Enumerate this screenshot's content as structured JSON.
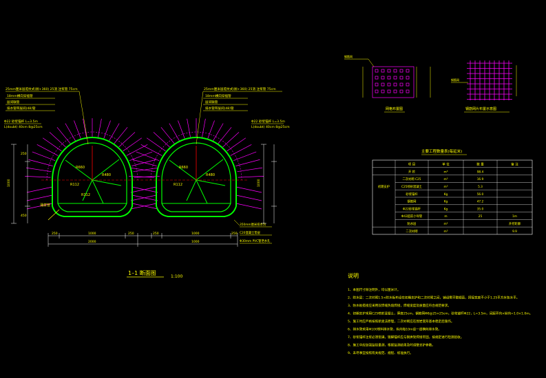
{
  "title": {
    "main": "1–1 断面图",
    "scale": "1:100"
  },
  "tunnel_left": {
    "callouts": [
      "25mm厘米层驼纹式(厠+360)  25消 注浆管 75cm",
      "18mm横向穿插管",
      "层间联管",
      "排水管带层间(48)管"
    ],
    "side_left": "Φ22 砂浆锚杆 L=3.5m",
    "side_left2": "L(doubt) 40cm 8@25cm",
    "labels": [
      "R660",
      "R480",
      "R112",
      "R112",
      "涌浆管"
    ]
  },
  "tunnel_right": {
    "callouts": [
      "25mm厘米层驼纹式(厠+360)  25消 注浆管 75cm",
      "18mm横向穿插管",
      "层间联管",
      "排水管带层间(48)管"
    ],
    "side_right": "Φ22 砂浆锚杆 L=3.5m",
    "side_right2": "L(doubt) 40cm 8@25cm",
    "labels": [
      "R660",
      "R480",
      "R112"
    ],
    "bottom_notes": [
      "350mm厘米排水沟",
      "C20混凝土垫层",
      "Φ30mm PVC管泄水孔"
    ]
  },
  "dims": {
    "bottom_left": [
      "250",
      "1000",
      "250"
    ],
    "bottom_right": [
      "250",
      "1000",
      "250"
    ],
    "bottom_total": [
      "2000",
      "1000"
    ],
    "heights": [
      "250",
      "1000",
      "450"
    ]
  },
  "detail_left_caption": "网格布置图",
  "detail_right_caption": "钢筋网片布置示意图",
  "detail_left_note": "钢筋网",
  "detail_right_note": "钢筋网",
  "table": {
    "title": "主要工程数量表(每延米)",
    "headers": [
      "",
      "项  目",
      "单  位",
      "数  量",
      "备  注"
    ],
    "group": "初期支护",
    "rows": [
      [
        "",
        "开  挖",
        "m³",
        "98.4",
        ""
      ],
      [
        "",
        "二次衬砌  C25",
        "m³",
        "16.9",
        ""
      ],
      [
        "初期支护",
        "C25喷射混凝土",
        "m³",
        "5.3",
        ""
      ],
      [
        "",
        "砂浆锚杆",
        "Kg",
        "56.0",
        ""
      ],
      [
        "",
        "钢筋网",
        "Kg",
        "47.2",
        ""
      ],
      [
        "",
        "Φ22砂浆锚杆",
        "Kg",
        "35.0",
        ""
      ],
      [
        "",
        "Φ42超前小导管",
        "m",
        "25",
        "1m"
      ],
      [
        "",
        "防水层",
        "m²",
        "",
        "开挖轮廓"
      ],
      [
        "",
        "二次衬砌",
        "m³",
        "",
        "9.9"
      ]
    ]
  },
  "notes": {
    "heading": "说明",
    "items": [
      "1、本图尺寸除注明外，均以厘米计。",
      "2、防水层：二次衬砌1.5×防水板布设在初期支护和二次衬砌之间，铺设需平整顺直，搭接宽度不小于1.25平方米各水平。",
      "3、防水板搭接应采用双焊缝热熔焊接，焊缝宽度及质量应符合规范要求。",
      "4、初期支护采用C25喷射混凝土，厚度25cm，钢筋网Φ8@25×25cm，砂浆锚杆Φ22，L=3.5m，间距环向×纵向=1.0×1.0m。",
      "5、施工时应严格按照新奥法原理，二次衬砌应在围岩变形基本稳定后施作。",
      "6、排水管采用Φ100塑料排水管，纵向每10m设一道横向排水管。",
      "7、砂浆锚杆注浆必须饱满，锁脚锚杆应与钢拱架焊接牢固，按规定进行检测验收。",
      "8、施工中应加强监控量测，根据监测结果及时调整支护参数。",
      "9、未尽事宜按照有关规范、规程、标准执行。"
    ]
  },
  "colors": {
    "bg": "#000000",
    "structure": "#00ff00",
    "anchor": "#ff00ff",
    "text": "#ffff00",
    "dim": "#ffffff",
    "accent": "#00ffff"
  }
}
